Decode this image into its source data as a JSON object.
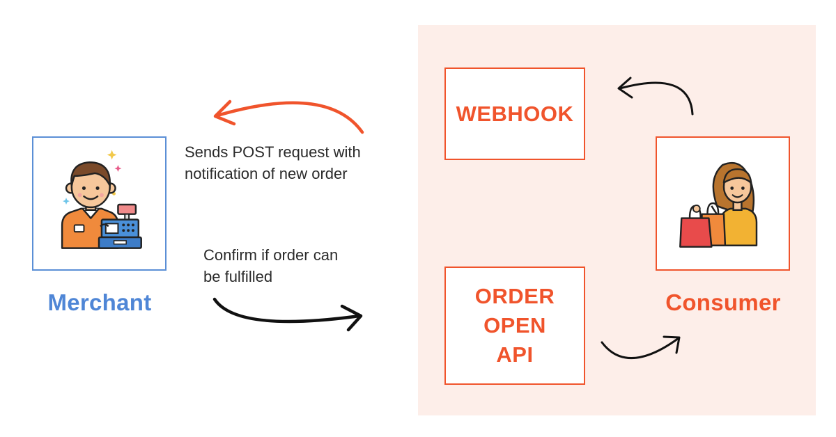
{
  "merchant": {
    "caption": "Merchant",
    "icon": "merchant-cashier-icon",
    "color": "#4f86d6"
  },
  "webhook": {
    "label": "WEBHOOK"
  },
  "order_api": {
    "lines": [
      "ORDER",
      "OPEN",
      "API"
    ]
  },
  "consumer": {
    "caption": "Consumer",
    "icon": "shopper-with-bags-icon",
    "color": "#f0542c"
  },
  "flow_notes": {
    "post_request": [
      "Sends POST request with",
      "notification of new order"
    ],
    "confirm": [
      "Confirm if order can",
      "be fulfilled"
    ]
  },
  "colors": {
    "accent": "#f0542c",
    "merchant_blue": "#5b8fd6",
    "panel_bg": "#fdeee9",
    "arrow_dark": "#111111"
  }
}
